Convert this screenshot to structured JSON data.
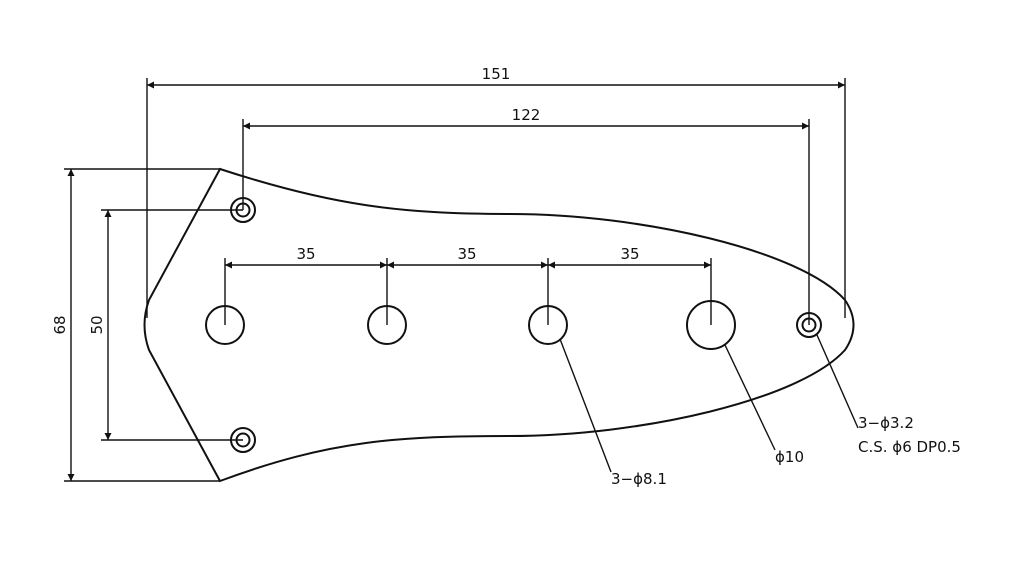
{
  "dimensions": {
    "overall_length": "151",
    "screw_span": "122",
    "spacing_1": "35",
    "spacing_2": "35",
    "spacing_3": "35",
    "overall_height": "68",
    "screw_height": "50"
  },
  "callouts": {
    "pot_holes": "3−ϕ8.1",
    "switch_hole": "ϕ10",
    "screw_holes_line1": "3−ϕ3.2",
    "screw_holes_line2": "C.S. ϕ6 DP0.5"
  }
}
